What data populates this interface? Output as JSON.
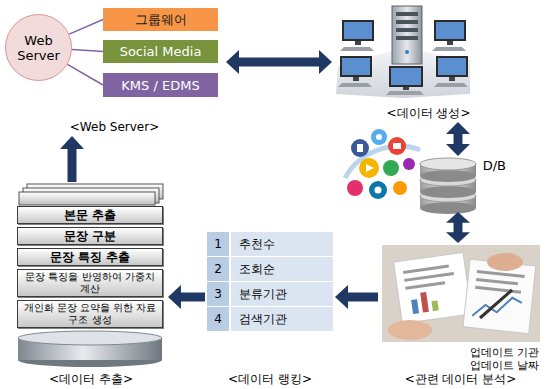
{
  "diagram": {
    "nodes": [
      {
        "text": [
          "<Web Server>"
        ]
      },
      {
        "text": [
          "Web Server"
        ],
        "in": 0
      },
      {
        "text": [
          "그룹웨어"
        ],
        "in": 0
      },
      {
        "text": [
          "Social Media"
        ],
        "in": 0
      },
      {
        "text": [
          "KMS / EDMS"
        ],
        "in": 0
      },
      {
        "text": [
          "<데이터 생성>"
        ]
      },
      {
        "text": [
          "D/B"
        ]
      },
      {
        "text": [
          "업데이트 기관",
          "업데이트 날짜",
          "<관련 데이터 분석>"
        ]
      },
      {
        "text": [
          "<데이터 랭킹>"
        ]
      },
      {
        "text": [
          "1",
          "추천수"
        ],
        "in": 8
      },
      {
        "text": [
          "2",
          "조회순"
        ],
        "in": 8
      },
      {
        "text": [
          "3",
          "분류기관"
        ],
        "in": 8
      },
      {
        "text": [
          "4",
          "검색기관"
        ],
        "in": 8
      },
      {
        "text": [
          "<데이터 추출>"
        ]
      },
      {
        "text": [
          "본문 추출"
        ],
        "in": 13
      },
      {
        "text": [
          "문장 구분"
        ],
        "in": 13
      },
      {
        "text": [
          "문장 특징 추출"
        ],
        "in": 13
      },
      {
        "text": [
          "문장 특징을 반영하여 가중치 계산"
        ],
        "in": 13
      },
      {
        "text": [
          "개인화 문장 요약을 위한 자료구조 생성"
        ],
        "in": 13
      }
    ],
    "edges": [
      {
        "from": 1,
        "to": 2,
        "arrow": "none"
      },
      {
        "from": 1,
        "to": 3,
        "arrow": "none"
      },
      {
        "from": 1,
        "to": 4,
        "arrow": "none"
      },
      {
        "from": 0,
        "to": 5,
        "arrow": "both"
      },
      {
        "from": 5,
        "to": 6,
        "arrow": "both"
      },
      {
        "from": 6,
        "to": 7,
        "arrow": "both"
      },
      {
        "from": 7,
        "to": 8,
        "arrow": "to"
      },
      {
        "from": 8,
        "to": 13,
        "arrow": "to"
      },
      {
        "from": 13,
        "to": 0,
        "arrow": "to"
      }
    ]
  }
}
